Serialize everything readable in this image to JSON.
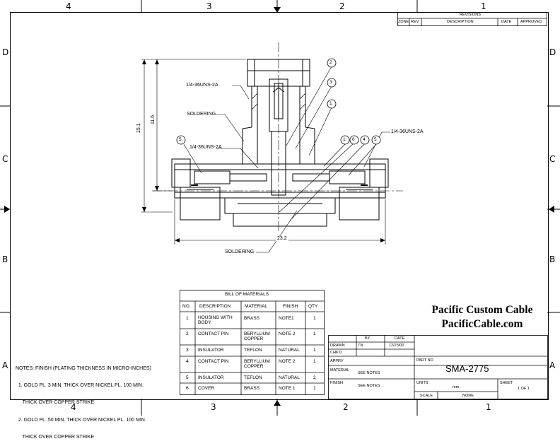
{
  "zones": {
    "top": [
      "4",
      "3",
      "2",
      "1"
    ],
    "bottom": [
      "4",
      "3",
      "2",
      "1"
    ],
    "left": [
      "D",
      "C",
      "B",
      "A"
    ],
    "right": [
      "D",
      "C",
      "B",
      "A"
    ]
  },
  "revisions": {
    "title": "REVISIONS",
    "headers": [
      "ZONE",
      "REV",
      "DESCRIPTION",
      "DATE",
      "APPROVED"
    ]
  },
  "callouts": {
    "thread_top": "1/4-36UNS-2A",
    "soldering_top": "SOLDERING",
    "thread_left": "1/4-36UNS-2A",
    "thread_right": "1/4-36UNS-2A",
    "soldering_bottom": "SOLDERING",
    "balloons": [
      "2",
      "3",
      "1",
      "5",
      "1",
      "6",
      "4",
      "5"
    ]
  },
  "dimensions": {
    "overall_height": "15.1",
    "upper_height": "11.6",
    "overall_width": "23.2"
  },
  "bom": {
    "title": "BILL OF MATERIALS",
    "headers": [
      "NO.",
      "DESCRIPTION",
      "MATERIAL",
      "FINISH",
      "QTY"
    ],
    "rows": [
      {
        "no": "1",
        "desc": "HOUSING WITH BODY",
        "material": "BRASS",
        "finish": "NOTE1",
        "qty": "1"
      },
      {
        "no": "2",
        "desc": "CONTACT PIN",
        "material": "BERYLLIUM COPPER",
        "finish": "NOTE 2",
        "qty": "1"
      },
      {
        "no": "3",
        "desc": "INSULATOR",
        "material": "TEFLON",
        "finish": "NATURAL",
        "qty": "1"
      },
      {
        "no": "4",
        "desc": "CONTACT PIN",
        "material": "BERYLLIUM COPPER",
        "finish": "NOTE 2",
        "qty": "1"
      },
      {
        "no": "5",
        "desc": "INSULATOR",
        "material": "TEFLON",
        "finish": "NATURAL",
        "qty": "2"
      },
      {
        "no": "6",
        "desc": "COVER",
        "material": "BRASS",
        "finish": "NOTE 1",
        "qty": "1"
      }
    ]
  },
  "notes": {
    "line1": "NOTES: FINISH (PLATING THICKNESS IN MICRO-INCHES)",
    "line2": "  1. GOLD PL. 3 MIN. THICK OVER NICKEL PL. 100 MIN.",
    "line3": "     THICK OVER COPPER STRIKE",
    "line4": "  2. GOLD PL. 50 MIN. THICK OVER NICKEL PL. 100 MIN.",
    "line5": "     THICK OVER COPPER STRIKE"
  },
  "company": {
    "name": "Pacific Custom Cable",
    "url": "PacificCable.com"
  },
  "title_block": {
    "by_label": "BY",
    "date_label": "DATE",
    "drawn_label": "DRAWN",
    "drawn_by": "TN",
    "drawn_date": "12/23/00",
    "chkd_label": "CHK'D",
    "apprv_label": "APPRV",
    "material_label": "MATERIAL",
    "material_value": "SEE NOTES",
    "finish_label": "FINISH",
    "finish_value": "SEE NOTES",
    "partno_label": "PART NO",
    "partno_value": "SMA-2775",
    "units_label": "UNITS",
    "units_value": "mm",
    "sheet_label": "SHEET",
    "sheet_value": "1 OF 1",
    "scale_label": "SCALE",
    "scale_value": "NONE"
  }
}
